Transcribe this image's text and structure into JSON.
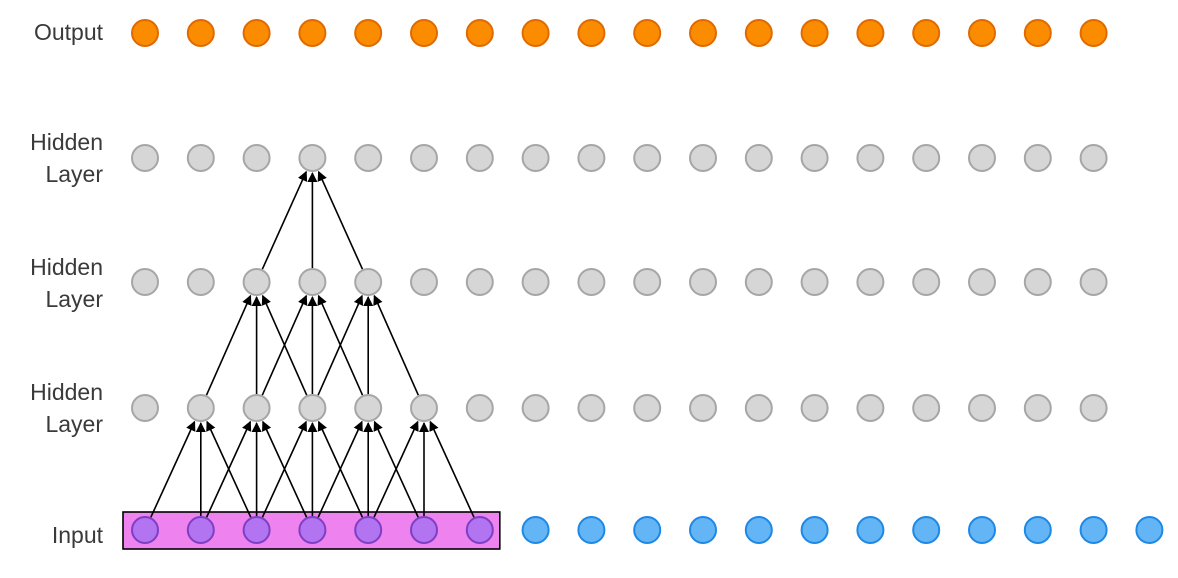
{
  "labels": {
    "output": "Output",
    "hidden_1": [
      "Hidden",
      "Layer"
    ],
    "hidden_2": [
      "Hidden",
      "Layer"
    ],
    "hidden_3": [
      "Hidden",
      "Layer"
    ],
    "input": "Input"
  },
  "colors": {
    "output_fill": "#fb8c00",
    "output_stroke": "#e06a00",
    "hidden_fill": "#d6d6d6",
    "hidden_stroke": "#a6a6a6",
    "input_fill": "#64b5f6",
    "input_stroke": "#1e88e5",
    "window_fill": "#ee82ee",
    "window_stroke": "#000000",
    "window_node_fill": "#b274f0",
    "window_node_stroke": "#7e3fc4",
    "arrow": "#000000"
  },
  "counts": {
    "output_nodes": 18,
    "hidden_nodes_per_layer": 18,
    "input_nodes": 19,
    "highlighted_input_nodes": 7
  }
}
